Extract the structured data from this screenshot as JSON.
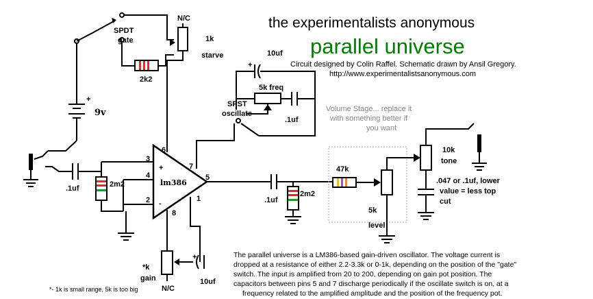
{
  "header": {
    "title": "the experimentalists anonymous",
    "subtitle": "parallel universe",
    "credit": "Circuit designed by Colin Raffel.  Schematic drawn by Ansil Gregory.",
    "url": "http://www.experimentalistsanonymous.com"
  },
  "labels": {
    "spdt": "SPDT",
    "gate": "gate",
    "nc_top": "N/C",
    "r_1k": "1k",
    "starve": "starve",
    "r_2k2_top": "2k2",
    "cap_10uf_top": "10uf",
    "freq": "5k freq",
    "spst": "SPST",
    "oscillate": "oscillate",
    "cap_1uf_osc": ".1uf",
    "battery": "9v",
    "pin6": "6",
    "pin3": "3",
    "pin4": "4",
    "pin2": "2",
    "pin7": "7",
    "pin5": "5",
    "pin1": "1",
    "pin8": "8",
    "plus": "+",
    "minus": "-",
    "chip": "lm386",
    "r_2m2_in": "2m2",
    "cap_1uf_in": ".1uf",
    "cap_1uf_out": ".1uf",
    "r_2m2_out": "2m2",
    "vol_note_1": "Volume Stage... replace it",
    "vol_note_2": "with something better if",
    "vol_note_3": "you want",
    "r_47k": "47k",
    "r_5k": "5k",
    "level": "level",
    "r_10k": "10k",
    "tone": "tone",
    "tone_note_1": ".047 or .1uf, lower",
    "tone_note_2": "value = less top",
    "tone_note_3": "cut",
    "gain_k": "*k",
    "gain": "gain",
    "nc_bottom": "N/C",
    "cap_10uf_bottom": "10uf",
    "footnote": "*- 1k is small range, 5k is too big"
  },
  "description": [
    "The parallel universe is a LM386-based gain-driven oscillator.  The voltage current is",
    "dropped at a resistance of either 2.2-3.3k or 0-1k, depending on the position of the \"gate\"",
    "switch.  The input is amplified from 20 to 200, depending on gain pot position.  The",
    "capacitors between pins 5 and 7 discharge periodically if the oscillate switch is on, at a",
    "frequency related to the amplified amplitude and the position of the frequency pot."
  ],
  "colors": {
    "title_green": "#008000",
    "band_red": "#e8262b",
    "band_green": "#1a9d2a",
    "band_yellow": "#f2c400",
    "band_orange": "#f08a1a",
    "note_gray": "#888888"
  }
}
